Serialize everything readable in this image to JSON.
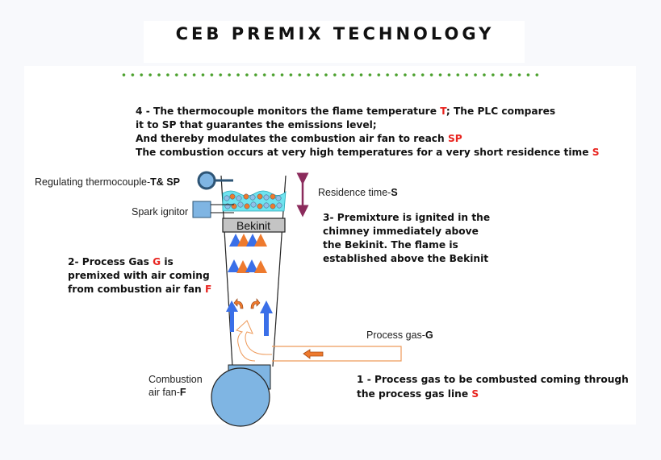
{
  "title": "CEB PREMIX TECHNOLOGY",
  "colors": {
    "accent_dots": "#4aa02c",
    "highlight_red": "#e8231e",
    "fan_blue": "#7fb5e3",
    "flame_blue": "#3a6fe8",
    "flame_orange": "#ee7a2e",
    "residence_arrow": "#8b2b5c",
    "premix_cyan": "#6fe3ef"
  },
  "step4": {
    "line1_pre": "4 - The thermocouple monitors the flame temperature ",
    "line1_red": "T",
    "line1_post": "; The PLC compares",
    "line2": "it to SP that guarantes the emissions level;",
    "line3_pre": "And thereby modulates the combustion air fan to reach ",
    "line3_red": "SP",
    "line4_pre": "The combustion occurs at very high temperatures for a very short residence time ",
    "line4_red": "S"
  },
  "step3": {
    "lines": [
      "3- Premixture is ignited in the",
      "chimney immediately above",
      "the Bekinit. The flame is",
      "established above the Bekinit"
    ]
  },
  "step2": {
    "line1_pre": "2- Process Gas ",
    "line1_red": "G",
    "line1_post": " is",
    "line2": "premixed with air coming",
    "line3_pre": "from combustion air fan ",
    "line3_red": "F"
  },
  "step1": {
    "line1": "1 - Process gas to be combusted coming through",
    "line2_pre": "the process gas line ",
    "line2_red": "S"
  },
  "labels": {
    "thermocouple_pre": "Regulating thermocouple-",
    "thermocouple_bold": "T& SP",
    "spark_ignitor": "Spark ignitor",
    "bekinit": "Bekinit",
    "residence_pre": "Residence time-",
    "residence_bold": "S",
    "process_gas_pre": "Process gas-",
    "process_gas_bold": "G",
    "fan_line1": "Combustion",
    "fan_line2_pre": "air fan-",
    "fan_line2_bold": "F"
  }
}
